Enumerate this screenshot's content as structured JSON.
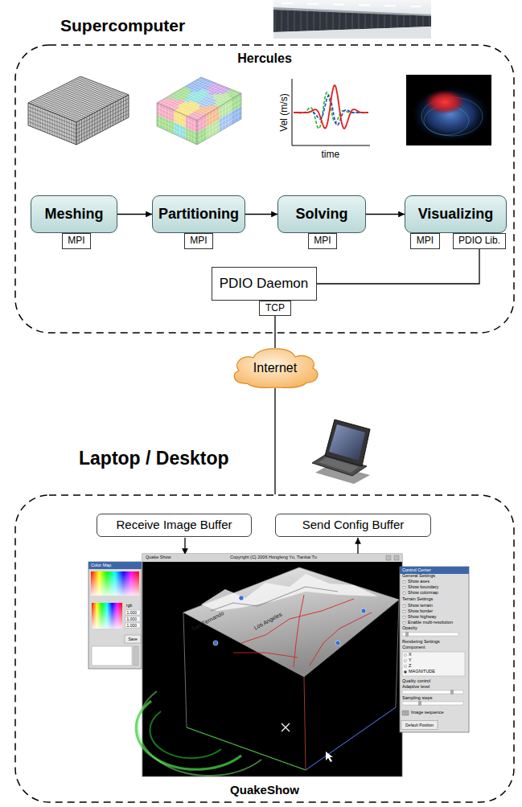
{
  "diagram": {
    "nodes": [
      {
        "text": [
          "Supercomputer",
          "Hercules"
        ]
      },
      {
        "text": [
          "Meshing"
        ],
        "in": 0
      },
      {
        "text": [
          "Partitioning"
        ],
        "in": 0
      },
      {
        "text": [
          "Solving"
        ],
        "in": 0
      },
      {
        "text": [
          "Visualizing"
        ],
        "in": 0
      },
      {
        "text": [
          "MPI"
        ],
        "in": 0
      },
      {
        "text": [
          "MPI"
        ],
        "in": 0
      },
      {
        "text": [
          "MPI"
        ],
        "in": 0
      },
      {
        "text": [
          "MPI"
        ],
        "in": 0
      },
      {
        "text": [
          "PDIO Lib."
        ],
        "in": 0
      },
      {
        "text": [
          "PDIO Daemon"
        ],
        "in": 0
      },
      {
        "text": [
          "TCP"
        ],
        "in": 0
      },
      {
        "text": [
          "Internet"
        ]
      },
      {
        "text": [
          "Laptop / Desktop",
          "QuakeShow"
        ]
      },
      {
        "text": [
          "Receive Image Buffer"
        ],
        "in": 13
      },
      {
        "text": [
          "Send Config Buffer"
        ],
        "in": 13
      }
    ],
    "edges": [
      {
        "from": 1,
        "to": 2,
        "arrow": "to"
      },
      {
        "from": 2,
        "to": 3,
        "arrow": "to"
      },
      {
        "from": 3,
        "to": 4,
        "arrow": "to"
      },
      {
        "from": 9,
        "to": 10,
        "arrow": "none"
      },
      {
        "from": 11,
        "to": 12,
        "arrow": "none"
      },
      {
        "from": 12,
        "to": 13,
        "arrow": "none"
      }
    ],
    "labels": [
      "Vel (m/s)",
      "time",
      "Color Map",
      "rgb",
      "1.000",
      "1.000",
      "1.000",
      "Save",
      "Quake Show",
      "Copyright (C) 2006 Hongfeng Yu, Tiankai Tu",
      "San Fernando",
      "Los Angeles",
      "Control Center",
      "General Settings",
      "Show axes",
      "Show boundary",
      "Show colormap",
      "Terrain Settings",
      "Show terrain",
      "Show border",
      "Show highway",
      "Enable multi-resolution",
      "Opacity",
      "Rendering Settings",
      "Component",
      "X",
      "Y",
      "Z",
      "MAGNITUDE",
      "Quality control",
      "Adaptive level",
      "Sampling steps",
      "Image sequence",
      "Default Position"
    ]
  }
}
